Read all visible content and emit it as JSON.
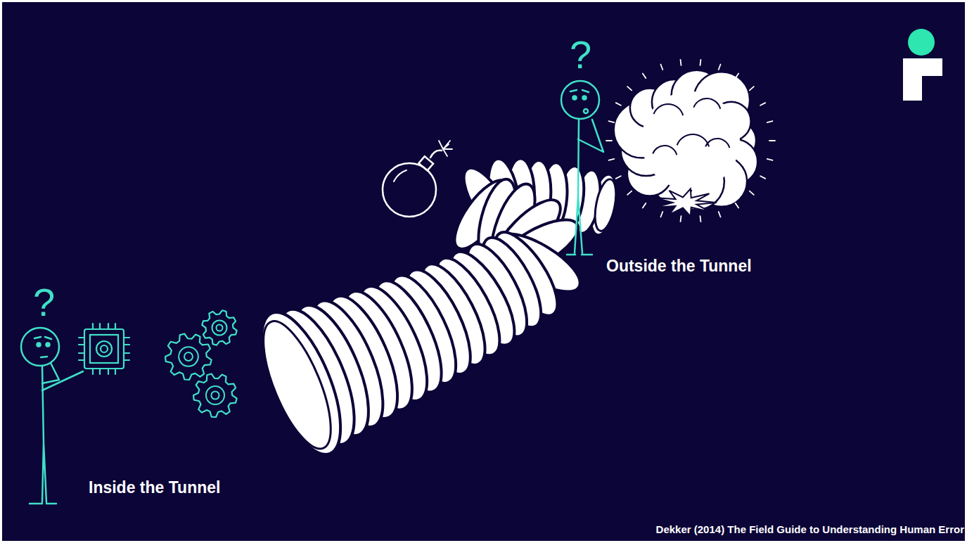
{
  "diagram": {
    "caption": "Dekker (2014) The Field Guide to Understanding Human Error",
    "labels": [
      "?",
      "Outside the Tunnel",
      "?",
      "Inside the Tunnel"
    ]
  }
}
